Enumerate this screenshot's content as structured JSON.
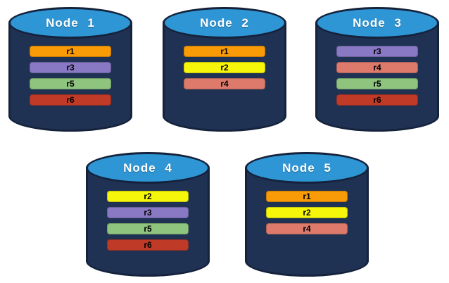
{
  "colors": {
    "background": "#FFFFFF",
    "cylinder_body": "#1F3254",
    "cylinder_outline": "#15223C",
    "cylinder_top": "#2E96D5",
    "node_title_text": "#FFFFFF",
    "bar_text": "#000000"
  },
  "replica_colors": {
    "r1": "#F89B06",
    "r2": "#F6F60B",
    "r3": "#8979C5",
    "r4": "#DD7A6C",
    "r5": "#8FC47F",
    "r6": "#C03A28"
  },
  "nodes": [
    {
      "title": "Node 1",
      "replicas": [
        "r1",
        "r3",
        "r5",
        "r6"
      ]
    },
    {
      "title": "Node 2",
      "replicas": [
        "r1",
        "r2",
        "r4"
      ]
    },
    {
      "title": "Node 3",
      "replicas": [
        "r3",
        "r4",
        "r5",
        "r6"
      ]
    },
    {
      "title": "Node 4",
      "replicas": [
        "r2",
        "r3",
        "r5",
        "r6"
      ]
    },
    {
      "title": "Node 5",
      "replicas": [
        "r1",
        "r2",
        "r4"
      ]
    }
  ]
}
